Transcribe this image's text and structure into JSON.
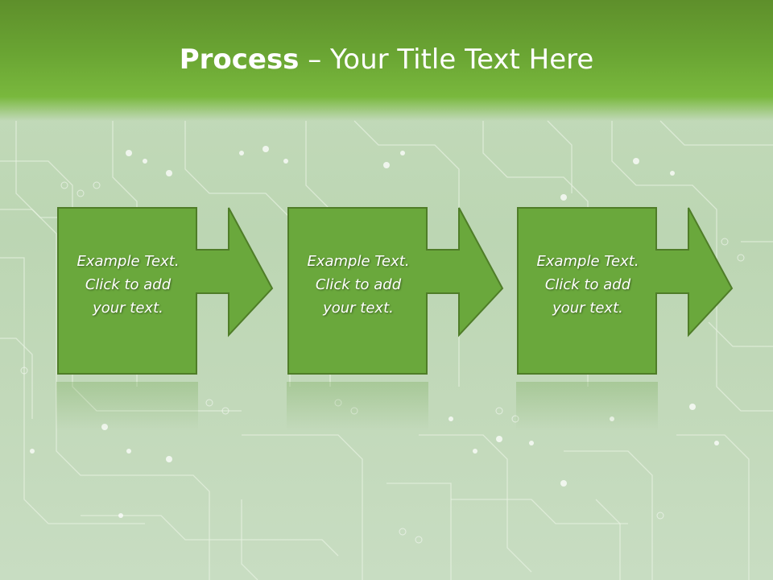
{
  "slide": {
    "title_bold": "Process",
    "title_rest": " – Your Title Text Here"
  },
  "colors": {
    "header": "#6aa533",
    "box_fill": "#6aa83c",
    "box_border": "#4f7d28",
    "background": "#c2d9ba"
  },
  "steps": [
    {
      "text": "Example Text.\nClick  to add\nyour text."
    },
    {
      "text": "Example Text.\nClick  to add\nyour text."
    },
    {
      "text": "Example Text.\nClick  to add\nyour text."
    }
  ]
}
